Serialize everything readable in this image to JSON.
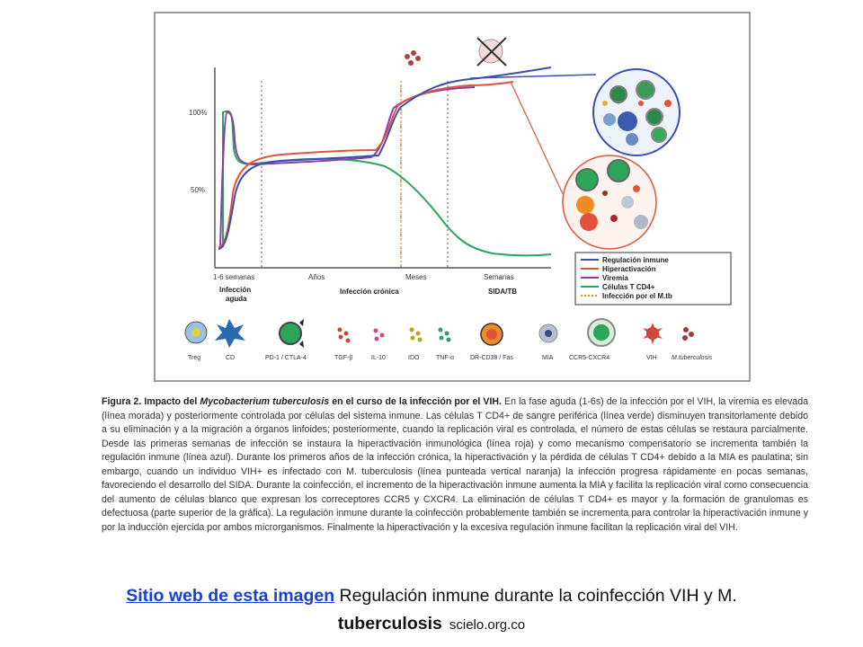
{
  "figure": {
    "y_axis": {
      "tick_100": "100%",
      "tick_50": "50%"
    },
    "x_axis": {
      "ticks": [
        "1-6 semanas",
        "Años",
        "Meses",
        "Semanas"
      ],
      "phases": [
        "Infección",
        "aguda",
        "Infección crónica",
        "SIDA/TB"
      ]
    },
    "legend": [
      {
        "label": "Regulación inmune",
        "color": "#3a4fb0"
      },
      {
        "label": "Hiperactivación",
        "color": "#e0533a"
      },
      {
        "label": "Viremia",
        "color": "#8a3fa8"
      },
      {
        "label": "Células T CD4+",
        "color": "#2aa55a"
      },
      {
        "label": "Infección por el M.tb",
        "color": "#f08a24"
      }
    ],
    "cell_legend": [
      "Treg",
      "CD",
      "PD-1 / CTLA-4",
      "TGF-β",
      "IL-10",
      "IDO",
      "TNF-α",
      "DR-CD38 / Fas",
      "MIA",
      "CCR5-CXCR4",
      "VIH",
      "M.tuberculosis"
    ]
  },
  "caption": {
    "label": "Figura 2. Impacto del ",
    "italic": "Mycobacterium tuberculosis",
    "label_end": " en el curso de la infección por el VIH.",
    "text": " En la fase aguda (1-6s) de la infección por el VIH, la viremia es elevada (línea morada) y posteriormente controlada por células del sistema inmune. Las células T CD4+ de sangre periférica (línea verde) disminuyen transitoriamente debido a su eliminación y a la migración a órganos linfoides; posteriormente, cuando la replicación viral es controlada, el número de estas células se restaura parcialmente. Desde las primeras semanas de infección se instaura la hiperactivación inmunológica (línea roja) y como mecanismo compensatorio se incrementa también la regulación inmune (línea azul). Durante los primeros años de la infección crónica, la hiperactivación y la pérdida de células T CD4+ debido a la MIA es paulatina; sin embargo, cuando un individuo VIH+ es infectado con M. tuberculosis (línea punteada vertical naranja) la infección progresa rápidamente en pocas semanas, favoreciendo el desarrollo del SIDA. Durante la coinfección, el incremento de la hiperactivación inmune aumenta la MIA y facilita la replicación viral como consecuencia del aumento de células blanco que expresan los correceptores CCR5 y CXCR4. La eliminación de células T CD4+ es mayor y la formación de granulomas es defectuosa (parte superior de la gráfica). La regulación inmune durante la coinfección probablemente también se incrementa para controlar la hiperactivación inmune y por la inducción ejercida por ambos microrganismos. Finalmente la hiperactivación y la excesiva regulación inmune facilitan la replicación viral del VIH."
  },
  "footer": {
    "link_text": "Sitio web de esta imagen",
    "description": " Regulación inmune durante la coinfección VIH y M.",
    "description_bold": "tuberculosis",
    "site": "scielo.org.co"
  }
}
